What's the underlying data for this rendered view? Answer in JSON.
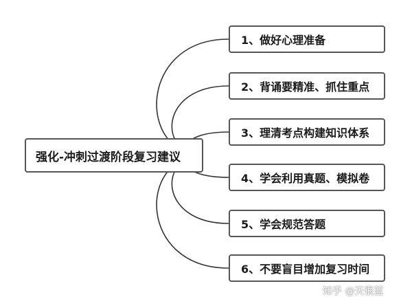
{
  "root": {
    "label": "强化-冲刺过渡阶段复习建议"
  },
  "branches": [
    {
      "label": "1、做好心理准备"
    },
    {
      "label": "2、背诵要精准、抓住重点"
    },
    {
      "label": "3、理清考点构建知识体系"
    },
    {
      "label": "4、学会利用真题、模拟卷"
    },
    {
      "label": "5、学会规范答题"
    },
    {
      "label": "6、不要盲目增加复习时间"
    }
  ],
  "watermark": "知乎 @天很蓝",
  "colors": {
    "border": "#555555",
    "connector": "#333333",
    "text": "#1a1a1a",
    "background": "#ffffff"
  }
}
